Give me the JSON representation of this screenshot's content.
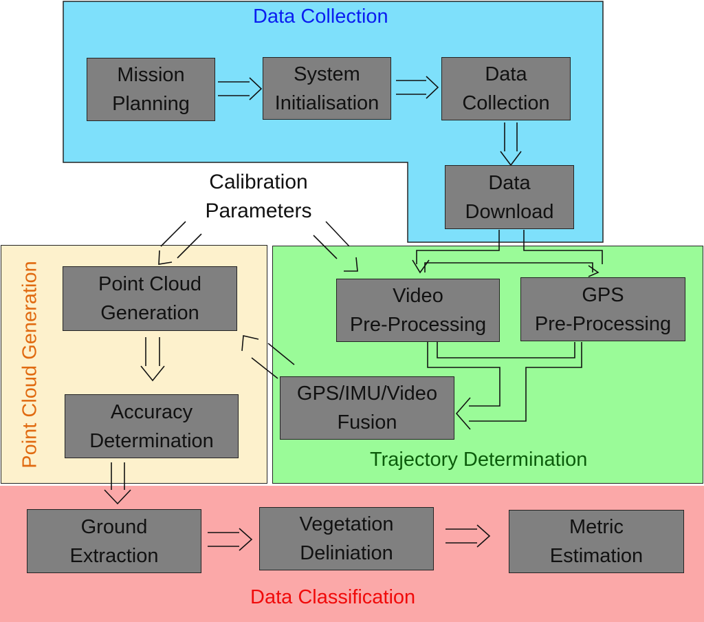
{
  "regions": {
    "collection": {
      "title": "Data Collection",
      "color": "#0a1ef0",
      "fill": "#7ee0fb"
    },
    "point_cloud": {
      "title": "Point Cloud Generation",
      "color": "#e06a10",
      "fill": "#fdf1cc"
    },
    "trajectory": {
      "title": "Trajectory Determination",
      "color": "#0b5c0b",
      "fill": "#9afb98"
    },
    "classification": {
      "title": "Data Classification",
      "color": "#f00a0a",
      "fill": "#fba8a8"
    }
  },
  "calibration": "Calibration\nParameters",
  "boxes": {
    "mission_planning": "Mission\nPlanning",
    "system_init": "System\nInitialisation",
    "data_collection": "Data\nCollection",
    "data_download": "Data\nDownload",
    "point_cloud_gen": "Point Cloud\nGeneration",
    "accuracy": "Accuracy\nDetermination",
    "video_pre": "Video\nPre-Processing",
    "gps_pre": "GPS\nPre-Processing",
    "fusion": "GPS/IMU/Video\nFusion",
    "ground": "Ground\nExtraction",
    "vegetation": "Vegetation\nDeliniation",
    "metric": "Metric\nEstimation"
  }
}
